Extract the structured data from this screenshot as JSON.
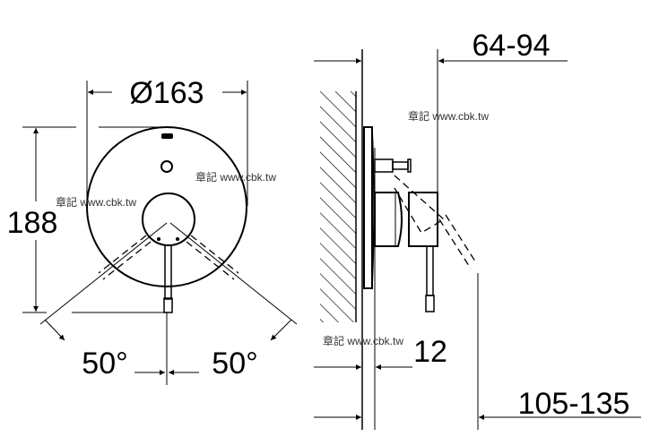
{
  "dimensions": {
    "diameter": "Ø163",
    "height": "188",
    "angle_left": "50°",
    "angle_right": "50°",
    "depth_range": "64-94",
    "plate_offset": "12",
    "lever_reach": "105-135"
  },
  "watermark": "章記 www.cbk.tw",
  "colors": {
    "line": "#000000",
    "background": "#ffffff"
  }
}
